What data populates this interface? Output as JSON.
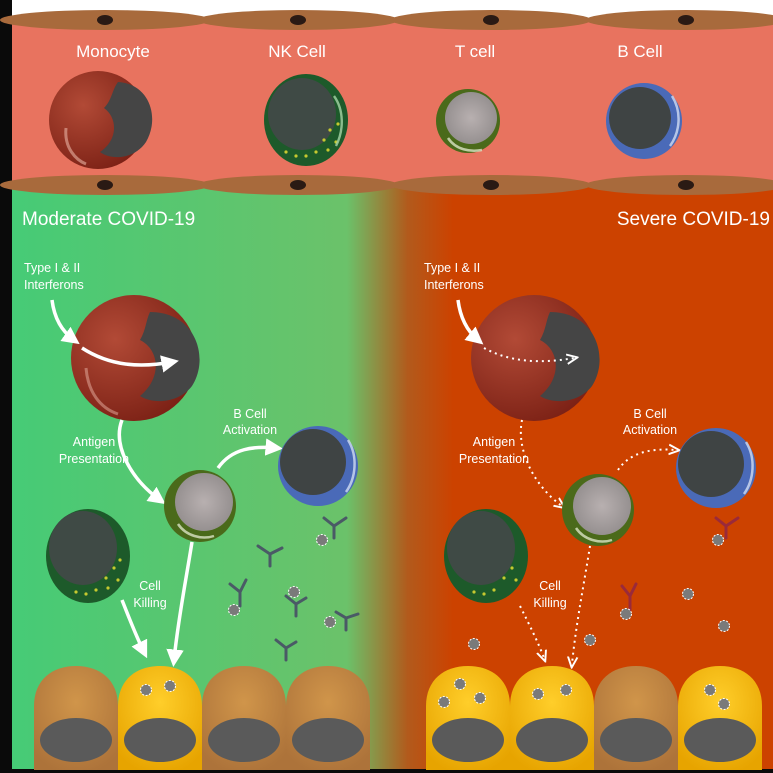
{
  "blood_vessel": {
    "cells": [
      {
        "label": "Monocyte"
      },
      {
        "label": "NK Cell"
      },
      {
        "label": "T cell"
      },
      {
        "label": "B Cell"
      }
    ]
  },
  "panels": {
    "moderate": {
      "title": "Moderate COVID-19",
      "interferons_line1": "Type I & II",
      "interferons_line2": "Interferons",
      "antigen_line1": "Antigen",
      "antigen_line2": "Presentation",
      "bcell_line1": "B Cell",
      "bcell_line2": "Activation",
      "killing_line1": "Cell",
      "killing_line2": "Killing"
    },
    "severe": {
      "title": "Severe COVID-19",
      "interferons_line1": "Type I & II",
      "interferons_line2": "Interferons",
      "antigen_line1": "Antigen",
      "antigen_line2": "Presentation",
      "bcell_line1": "B Cell",
      "bcell_line2": "Activation",
      "killing_line1": "Cell",
      "killing_line2": "Killing"
    }
  },
  "colors": {
    "vessel": "#e8735f",
    "vessel_wall": "#a86a3c",
    "moderate_bg": "#4fcd7d",
    "severe_bg": "#cc4200",
    "monocyte": "#9a2f1e",
    "nk_cell": "#1f5a2c",
    "t_cell": "#4a6a1a",
    "b_cell": "#4a6ab8",
    "infected_cell": "#f6b800",
    "healthy_cell": "#c4873d",
    "antibody_moderate": "#4a5a66",
    "antibody_severe": "#9a2a3a"
  }
}
